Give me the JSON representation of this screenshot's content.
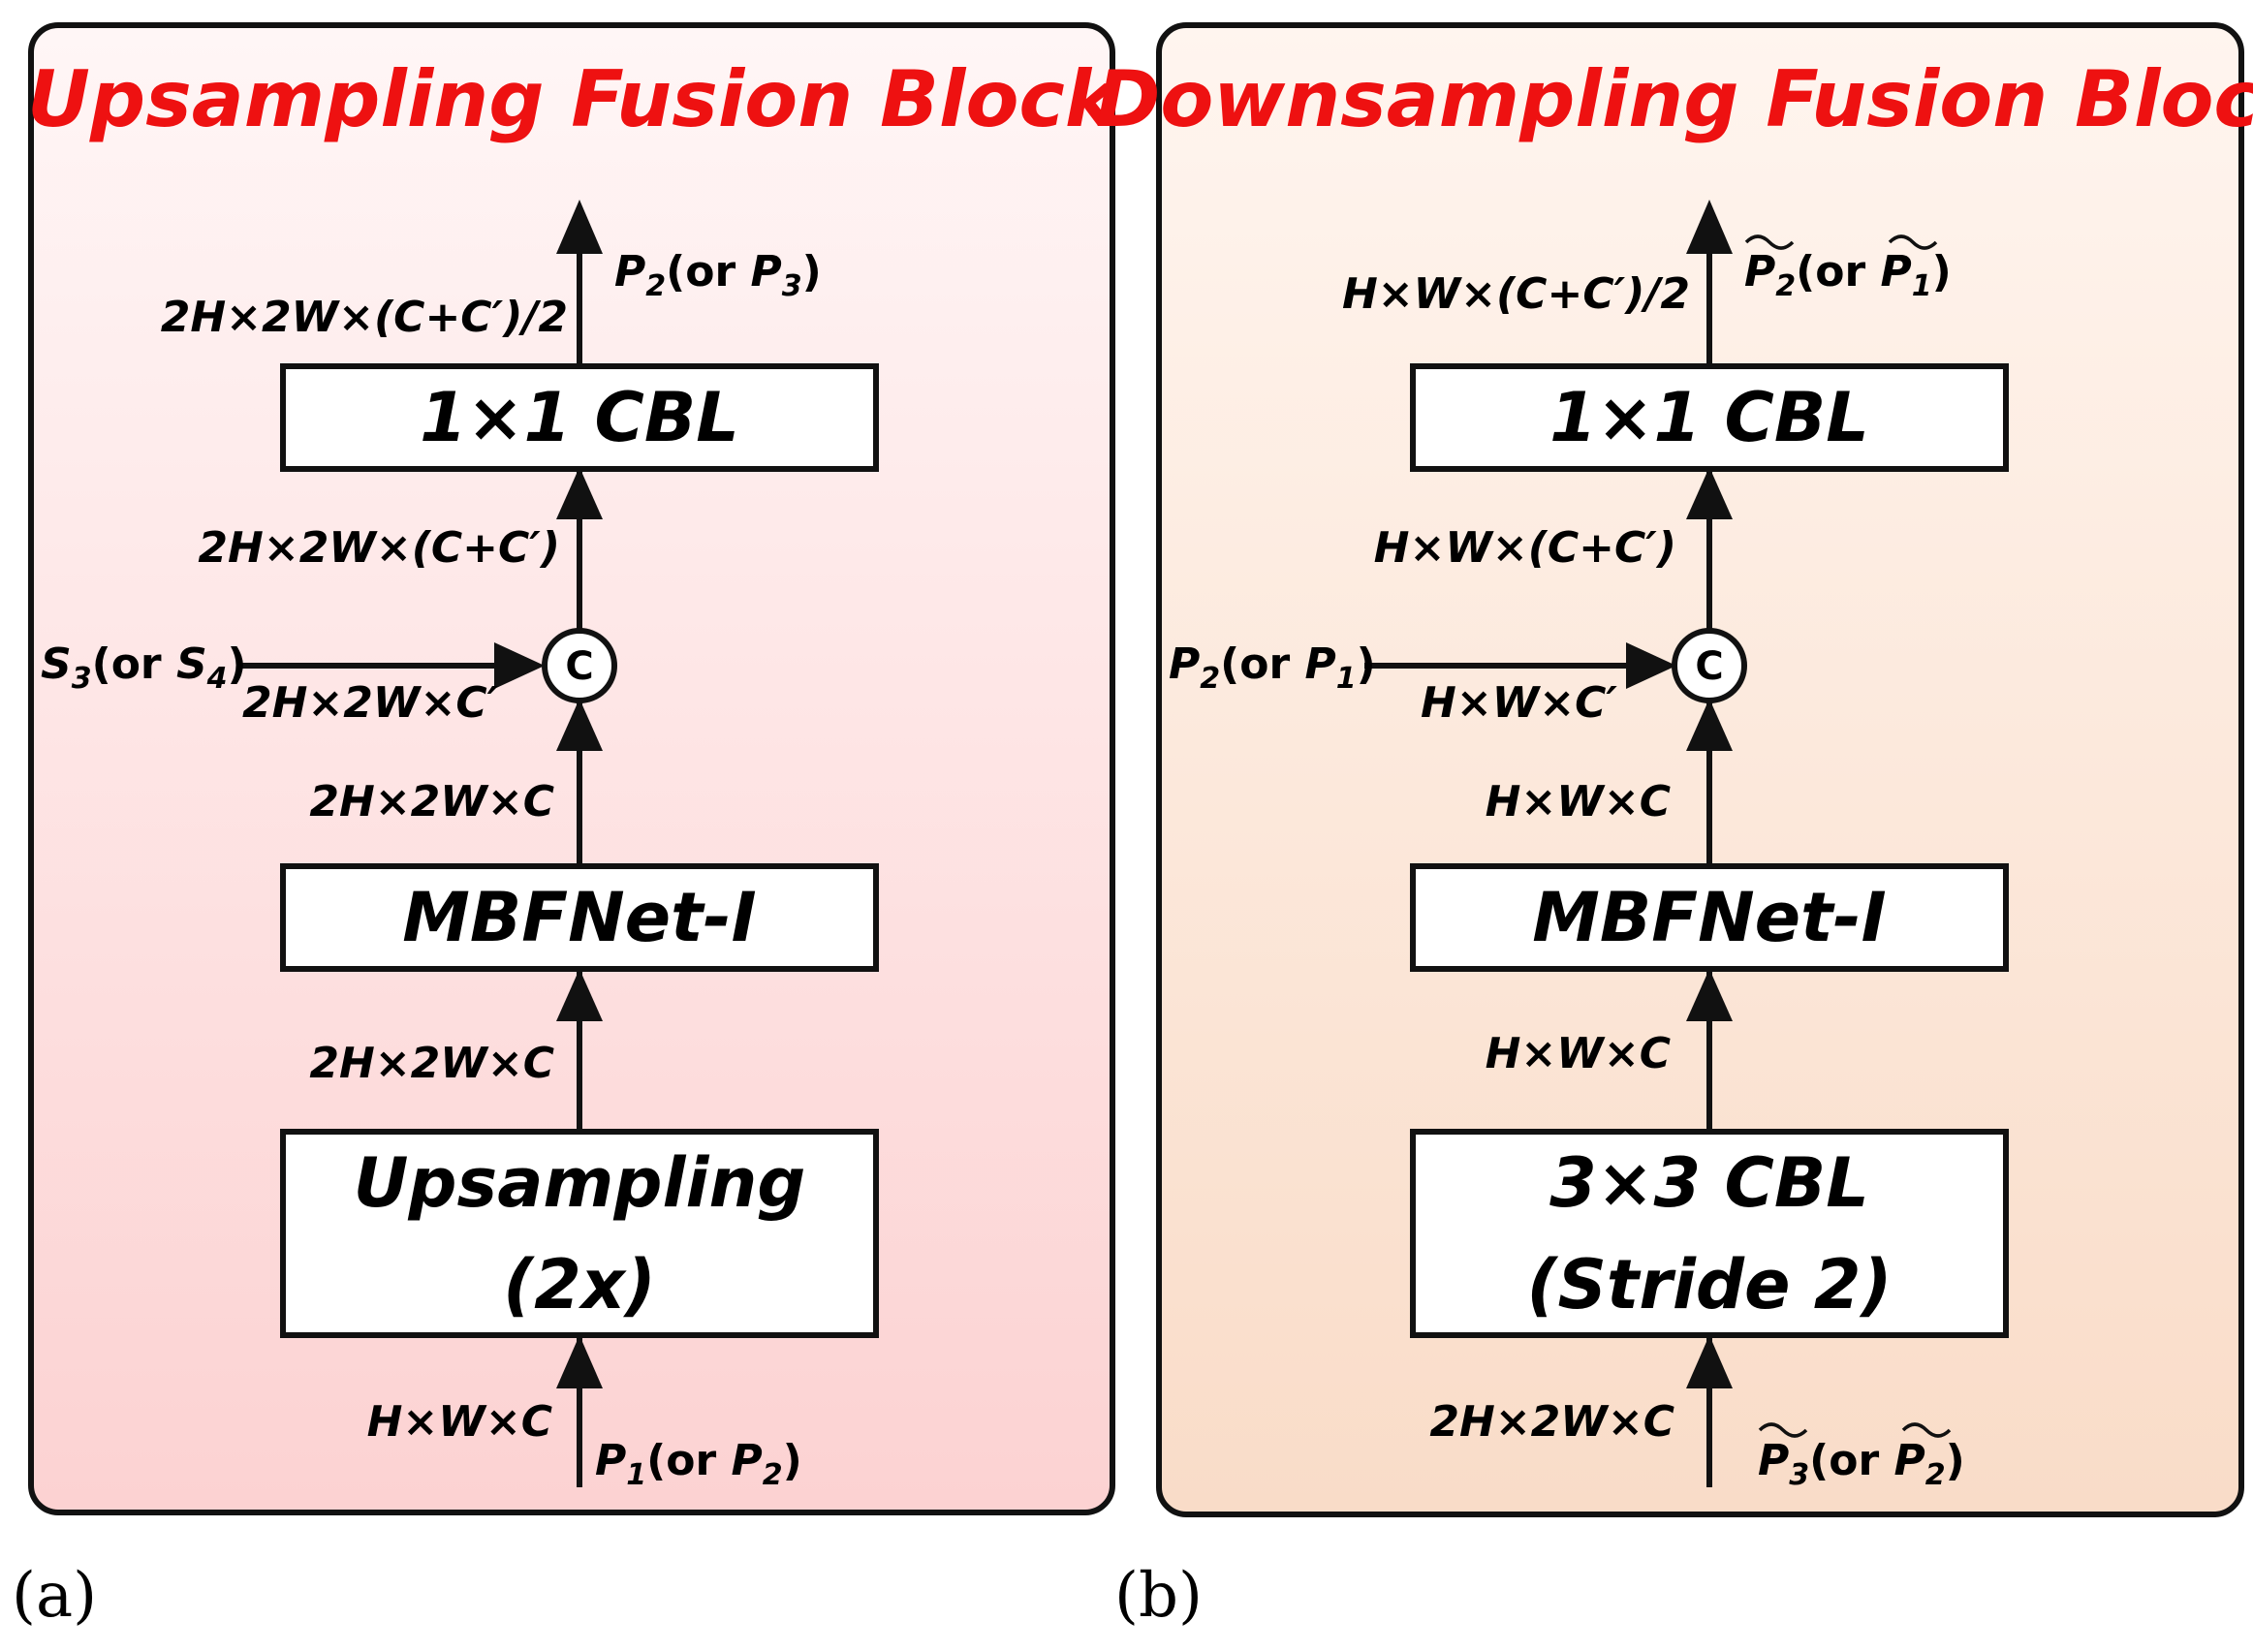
{
  "panel_a": {
    "title": "Upsampling Fusion Block",
    "tag": "(a)",
    "boxes": {
      "cbl": "1×1 CBL",
      "mbf": "MBFNet-I",
      "up_line1": "Upsampling",
      "up_line2": "(2x)"
    },
    "dims": {
      "output": "2H×2W×(C+C′)/2",
      "after_concat": "2H×2W×(C+C′)",
      "side": "2H×2W×C′",
      "after_mbf": "2H×2W×C",
      "after_up": "2H×2W×C",
      "input": "H×W×C"
    },
    "labels": {
      "out_main": "P",
      "out_main_sub": "2",
      "out_or": "(or ",
      "out_alt": "P",
      "out_alt_sub": "3",
      "out_close": ")",
      "side_main": "S",
      "side_main_sub": "3",
      "side_or": "(or ",
      "side_alt": "S",
      "side_alt_sub": "4",
      "side_close": ")",
      "in_main": "P",
      "in_main_sub": "1",
      "in_or": "(or ",
      "in_alt": "P",
      "in_alt_sub": "2",
      "in_close": ")"
    },
    "concat_symbol": "C"
  },
  "panel_b": {
    "title": "Downsampling Fusion Block",
    "tag": "(b)",
    "boxes": {
      "cbl": "1×1 CBL",
      "mbf": "MBFNet-I",
      "down_line1": "3×3 CBL",
      "down_line2": "(Stride 2)"
    },
    "dims": {
      "output": "H×W×(C+C′)/2",
      "after_concat": "H×W×(C+C′)",
      "side": "H×W×C′",
      "after_mbf": "H×W×C",
      "after_down": "H×W×C",
      "input": "2H×2W×C"
    },
    "labels": {
      "out_main": "P",
      "out_main_sub": "2",
      "out_or": "(or ",
      "out_alt": "P",
      "out_alt_sub": "1",
      "out_close": ")",
      "side_main": "P",
      "side_main_sub": "2",
      "side_or": "(or ",
      "side_alt": "P",
      "side_alt_sub": "1",
      "side_close": ")",
      "in_main": "P",
      "in_main_sub": "3",
      "in_or": "(or ",
      "in_alt": "P",
      "in_alt_sub": "2",
      "in_close": ")"
    },
    "concat_symbol": "C"
  },
  "colors": {
    "title": "#ee1111",
    "panel_a_top": "#fff6f6",
    "panel_a_bottom": "#fcd2d2",
    "panel_b_top": "#fff5ef",
    "panel_b_bottom": "#f9dcc8"
  }
}
